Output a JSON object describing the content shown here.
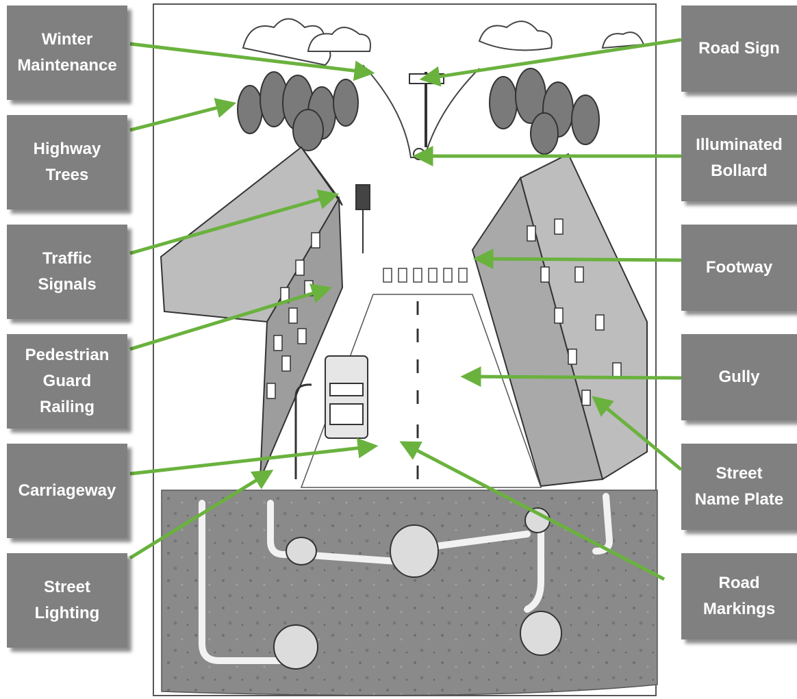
{
  "labels": {
    "winter_maintenance": "Winter\nMaintenance",
    "highway_trees": "Highway\nTrees",
    "traffic_signals": "Traffic\nSignals",
    "pedestrian_guard_railing": "Pedestrian\nGuard\nRailing",
    "carriageway": "Carriageway",
    "street_lighting": "Street\nLighting",
    "road_sign": "Road Sign",
    "illuminated_bollard": "Illuminated\nBollard",
    "footway": "Footway",
    "gully": "Gully",
    "street_name_plate": "Street\nName Plate",
    "road_markings": "Road\nMarkings"
  },
  "colors": {
    "label_background": "#808080",
    "label_text": "#ffffff",
    "arrow": "#6ab23e",
    "ground": "#8a8a8a"
  }
}
